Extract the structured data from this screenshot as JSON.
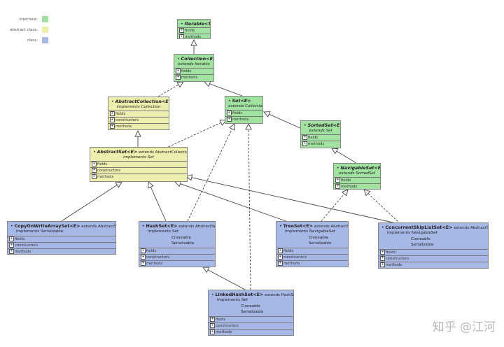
{
  "legend": [
    {
      "label": "interface:",
      "color": "#a2e2a1"
    },
    {
      "label": "abstract class:",
      "color": "#eeeeae"
    },
    {
      "label": "class:",
      "color": "#a8b8e6"
    }
  ],
  "colors": {
    "interface": "#a2e2a1",
    "abstract": "#eeeeae",
    "class": "#a8b8e6"
  },
  "nodes": {
    "iterable": {
      "name": "Iterable<T>",
      "kind": "interface",
      "sections": [
        "fields",
        "methods"
      ]
    },
    "collection": {
      "name": "Collection<E>",
      "kind": "interface",
      "sub": "extends  Iterable",
      "sections": [
        "fields",
        "methods"
      ]
    },
    "abstract_collection": {
      "name": "AbstractCollection<E>",
      "kind": "abstract",
      "sub": "implements  Collection",
      "sections": [
        "fields",
        "constructors",
        "methods"
      ]
    },
    "set": {
      "name": "Set<E>",
      "kind": "interface",
      "sub": "extends  Collection",
      "sections": [
        "fields",
        "methods"
      ]
    },
    "sorted_set": {
      "name": "SortedSet<E>",
      "kind": "interface",
      "sub": "extends  Set",
      "sections": [
        "fields",
        "methods"
      ]
    },
    "abstract_set": {
      "name": "AbstractSet<E>",
      "kind": "abstract",
      "extends": "extends  AbstractCollection",
      "sub": "implements  Set",
      "sections": [
        "fields",
        "constructors",
        "methods"
      ]
    },
    "navigable_set": {
      "name": "NavigableSet<E>",
      "kind": "interface",
      "sub": "extends  SortedSet",
      "sections": [
        "fields",
        "methods"
      ]
    },
    "copy_on_write": {
      "name": "CopyOnWriteArraySet<E>",
      "kind": "class",
      "extends": "extends  AbstractSet",
      "implements_label": "implements",
      "implements": [
        "Serializable"
      ],
      "sections": [
        "fields",
        "constructors",
        "methods"
      ]
    },
    "hash_set": {
      "name": "HashSet<E>",
      "kind": "class",
      "extends": "extends  AbstractSet",
      "implements_label": "implements",
      "implements": [
        "Set",
        "Cloneable",
        "Serializable"
      ],
      "sections": [
        "fields",
        "constructors",
        "methods"
      ]
    },
    "tree_set": {
      "name": "TreeSet<E>",
      "kind": "class",
      "extends": "extends  AbstractSet",
      "implements_label": "implements",
      "implements": [
        "NavigableSet",
        "Cloneable",
        "Serializable"
      ],
      "sections": [
        "fields",
        "constructors",
        "methods"
      ]
    },
    "concurrent_skip": {
      "name": "ConcurrentSkipListSet<E>",
      "kind": "class",
      "extends": "extends  AbstractSet",
      "implements_label": "implements",
      "implements": [
        "NavigableSet",
        "Cloneable",
        "Serializable"
      ],
      "sections": [
        "fields",
        "constructors",
        "methods"
      ]
    },
    "linked_hash_set": {
      "name": "LinkedHashSet<E>",
      "kind": "class",
      "extends": "extends  HashSet",
      "implements_label": "implements",
      "implements": [
        "Set",
        "Cloneable",
        "Serializable"
      ],
      "sections": [
        "fields",
        "constructors",
        "methods"
      ]
    }
  },
  "edges": [
    {
      "from": "collection",
      "to": "iterable",
      "style": "solid"
    },
    {
      "from": "abstract_collection",
      "to": "collection",
      "style": "dashed"
    },
    {
      "from": "set",
      "to": "collection",
      "style": "solid"
    },
    {
      "from": "sorted_set",
      "to": "set",
      "style": "solid"
    },
    {
      "from": "abstract_set",
      "to": "abstract_collection",
      "style": "solid"
    },
    {
      "from": "abstract_set",
      "to": "set",
      "style": "dashed"
    },
    {
      "from": "navigable_set",
      "to": "sorted_set",
      "style": "solid"
    },
    {
      "from": "copy_on_write",
      "to": "abstract_set",
      "style": "solid"
    },
    {
      "from": "hash_set",
      "to": "abstract_set",
      "style": "solid"
    },
    {
      "from": "hash_set",
      "to": "set",
      "style": "dashed"
    },
    {
      "from": "tree_set",
      "to": "abstract_set",
      "style": "solid"
    },
    {
      "from": "tree_set",
      "to": "navigable_set",
      "style": "dashed"
    },
    {
      "from": "concurrent_skip",
      "to": "abstract_set",
      "style": "solid"
    },
    {
      "from": "concurrent_skip",
      "to": "navigable_set",
      "style": "dashed"
    },
    {
      "from": "linked_hash_set",
      "to": "hash_set",
      "style": "solid"
    },
    {
      "from": "linked_hash_set",
      "to": "set",
      "style": "dashed"
    }
  ],
  "watermark": "知乎 @江河"
}
